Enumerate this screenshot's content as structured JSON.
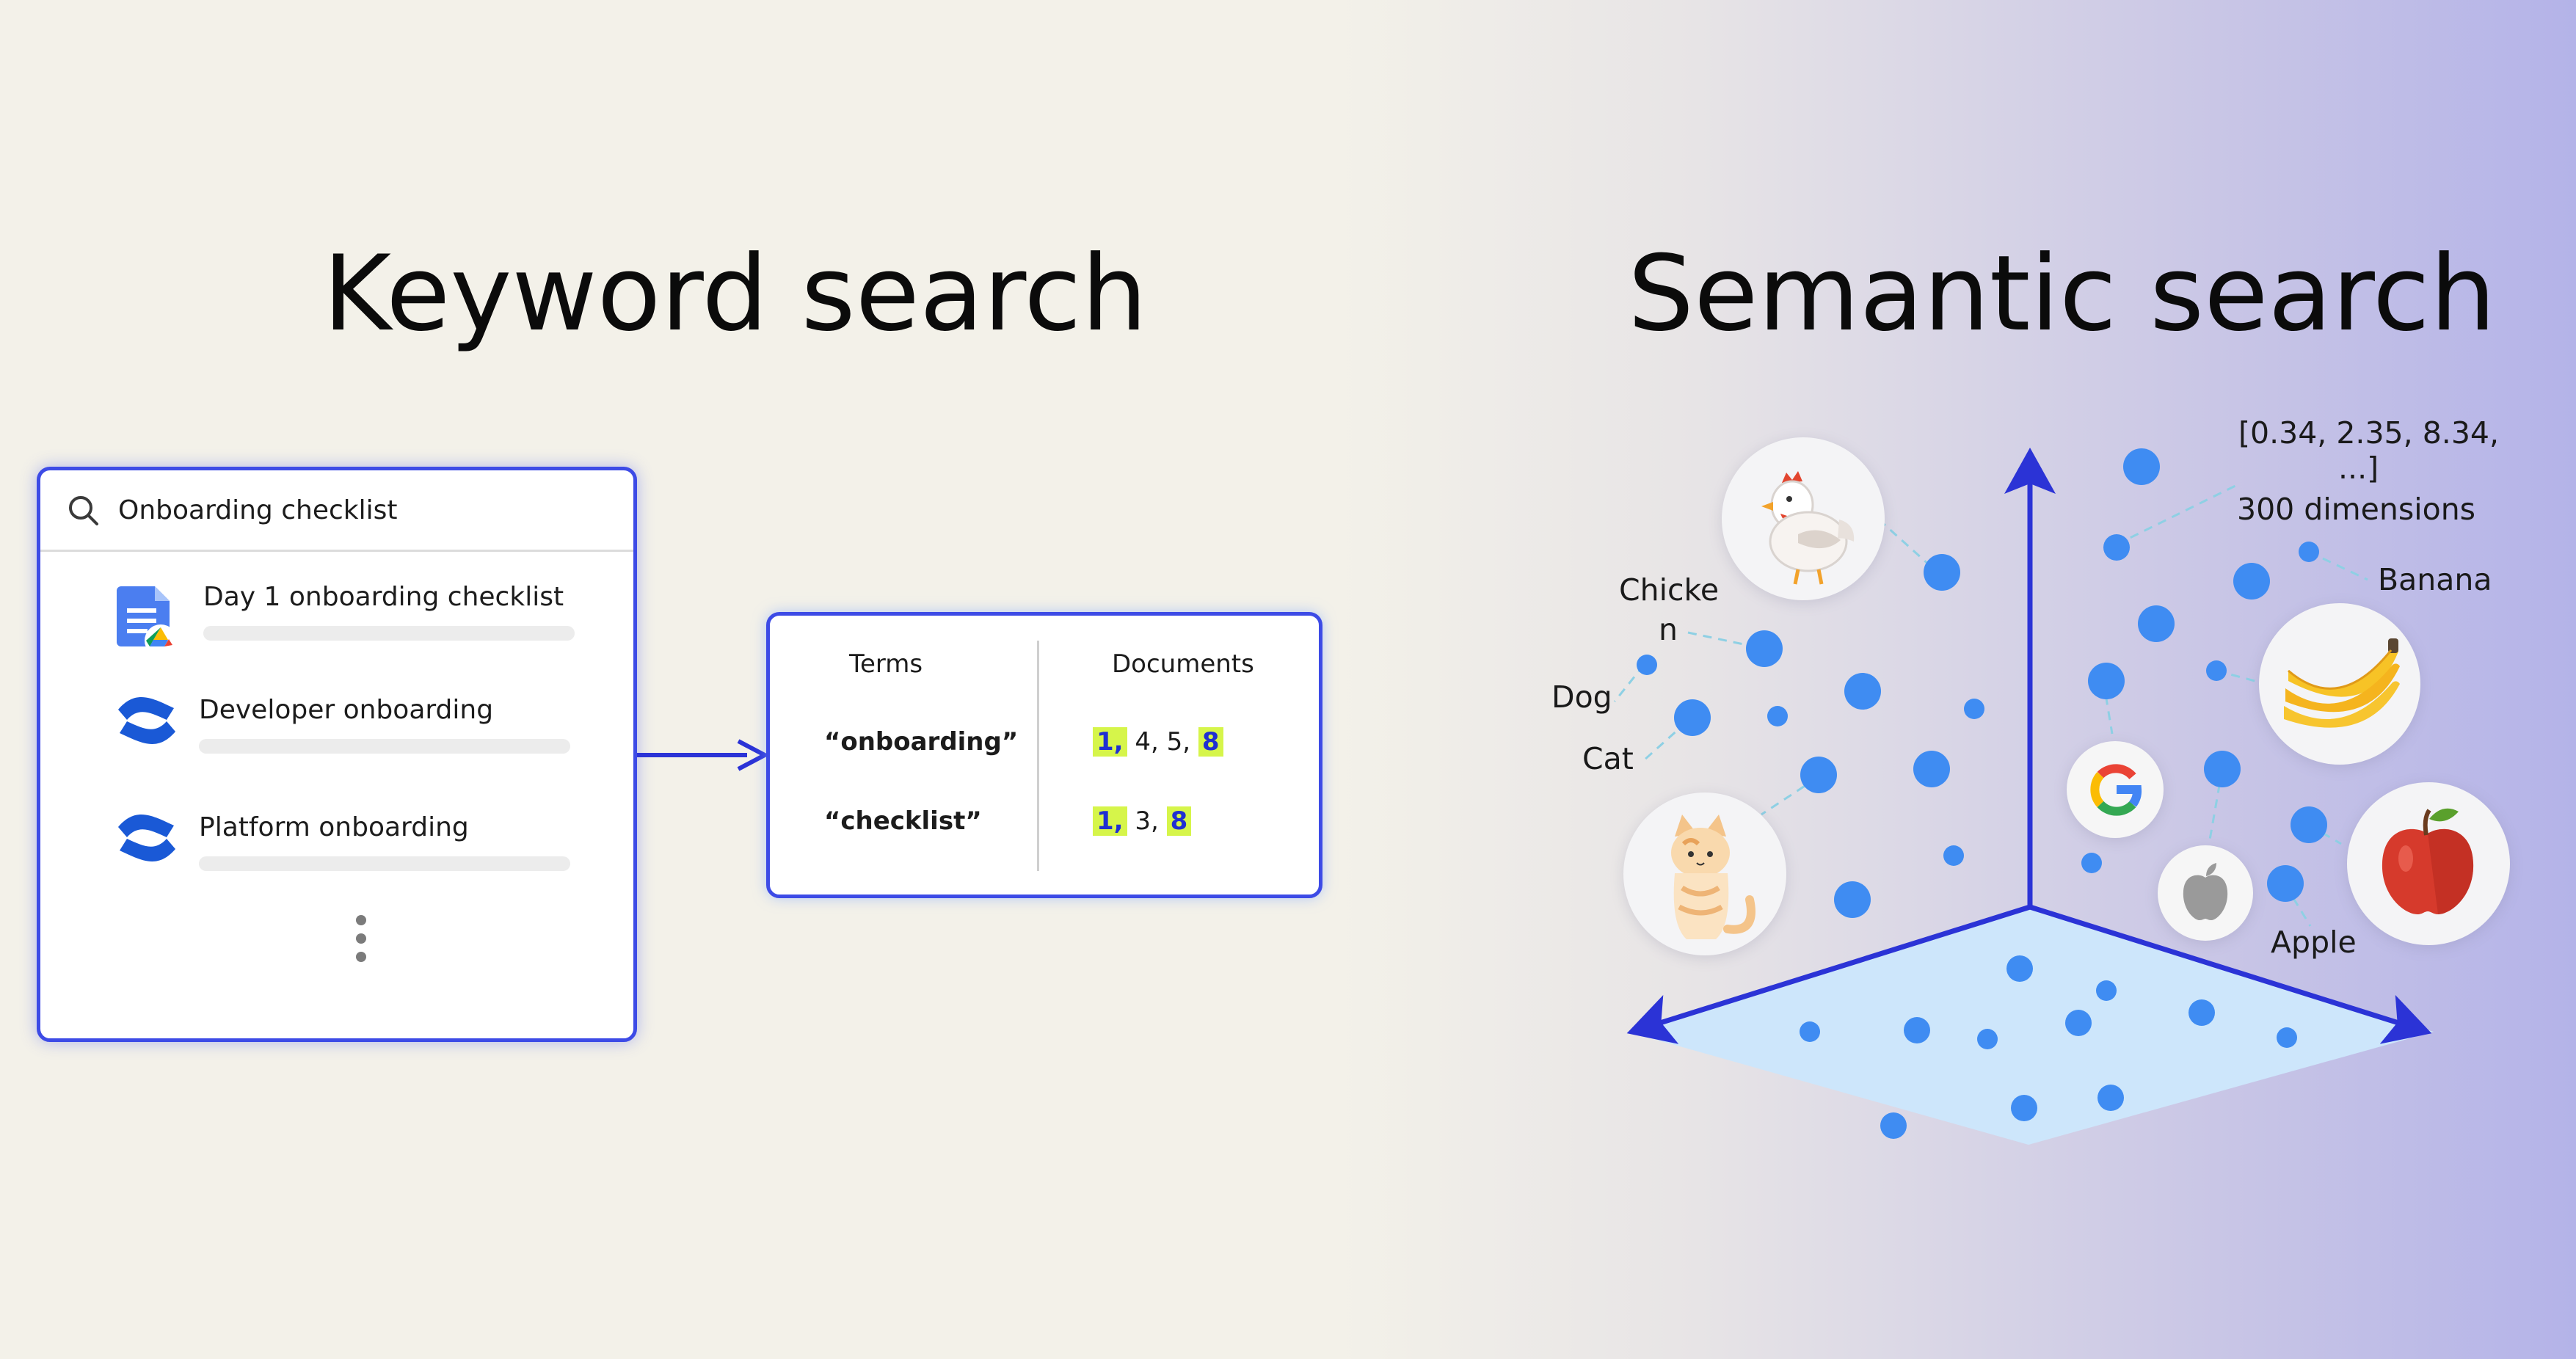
{
  "titles": {
    "keyword": "Keyword search",
    "semantic": "Semantic search"
  },
  "keyword_panel": {
    "search_query": "Onboarding checklist",
    "results": [
      {
        "label": "Day 1 onboarding checklist",
        "icon": "google-docs-drive-icon"
      },
      {
        "label": "Developer onboarding",
        "icon": "confluence-icon"
      },
      {
        "label": "Platform onboarding",
        "icon": "confluence-icon"
      }
    ],
    "more_icon": "vertical-ellipsis-icon"
  },
  "index_table": {
    "headers": {
      "terms": "Terms",
      "documents": "Documents"
    },
    "rows": [
      {
        "term": "“onboarding”",
        "docs": [
          {
            "text": "1,",
            "highlight": true
          },
          {
            "text": " 4, 5, ",
            "highlight": false
          },
          {
            "text": "8",
            "highlight": true
          }
        ]
      },
      {
        "term": "“checklist”",
        "docs": [
          {
            "text": "1,",
            "highlight": true
          },
          {
            "text": " 3, ",
            "highlight": false
          },
          {
            "text": "8",
            "highlight": true
          }
        ]
      }
    ]
  },
  "semantic": {
    "vector_line1": "[0.34, 2.35, 8.34,",
    "vector_line2": "...]",
    "dimensions": "300 dimensions",
    "labels": {
      "chicken_a": "Chicke",
      "chicken_b": "n",
      "dog": "Dog",
      "cat": "Cat",
      "banana": "Banana",
      "apple": "Apple"
    },
    "icons": [
      "chicken-icon",
      "cat-icon",
      "google-icon",
      "apple-logo-icon",
      "banana-icon",
      "apple-fruit-icon"
    ]
  },
  "colors": {
    "accent": "#3d4be6",
    "axis": "#2b33d6",
    "dot": "#3f8cf2",
    "plane": "#cde6fb",
    "highlight": "#d6f54a"
  }
}
